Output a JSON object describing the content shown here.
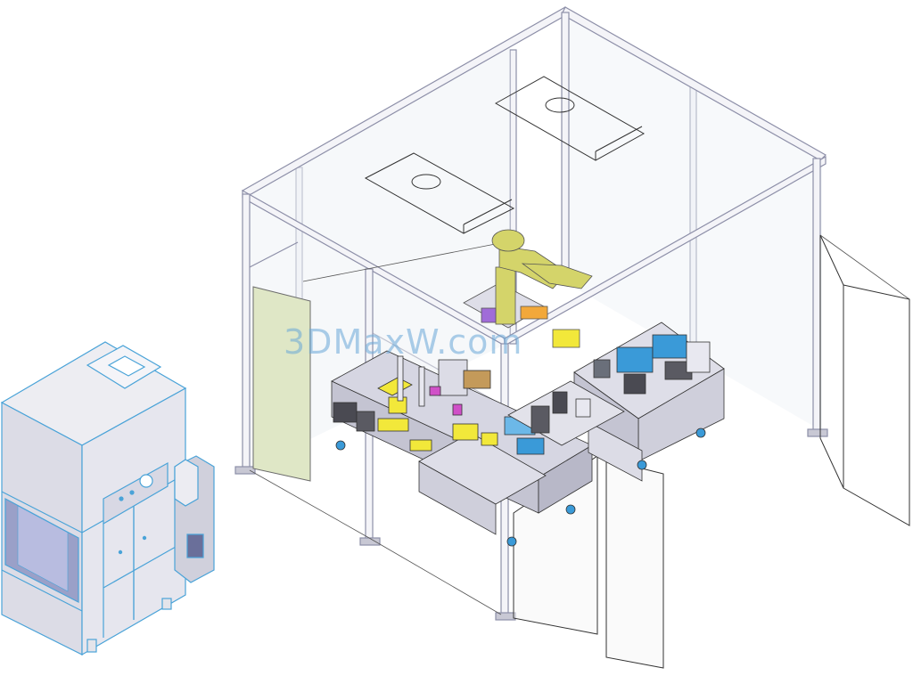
{
  "watermark": {
    "text": "3DMaxW.com"
  },
  "colors": {
    "frame_line": "#8d8fa8",
    "frame_fill": "#eeeef4",
    "cabinet_line": "#4aa3d8",
    "cabinet_fill": "#e4e4ea",
    "cabinet_panel": "#9aa0c8",
    "door_panel": "#dfe7c6",
    "robot": "#d4d46a",
    "yellow_part": "#f2e83a",
    "machine_body": "#d6d6e2",
    "machine_dark": "#4a4a52",
    "blue_part": "#3a9ad8",
    "magenta_part": "#d050c8",
    "green_part": "#7ed07e",
    "outline": "#2a2a2a",
    "watermark": "#6aa8d8"
  },
  "objects": [
    {
      "name": "dust-collector-cabinet",
      "label": ""
    },
    {
      "name": "enclosure-frame",
      "label": ""
    },
    {
      "name": "industrial-robot-arm",
      "label": ""
    },
    {
      "name": "assembly-machine-left",
      "label": ""
    },
    {
      "name": "assembly-machine-right",
      "label": ""
    },
    {
      "name": "ceiling-light-1",
      "label": ""
    },
    {
      "name": "ceiling-light-2",
      "label": ""
    },
    {
      "name": "access-door-left",
      "label": ""
    },
    {
      "name": "access-door-front",
      "label": ""
    },
    {
      "name": "access-door-right",
      "label": ""
    }
  ]
}
